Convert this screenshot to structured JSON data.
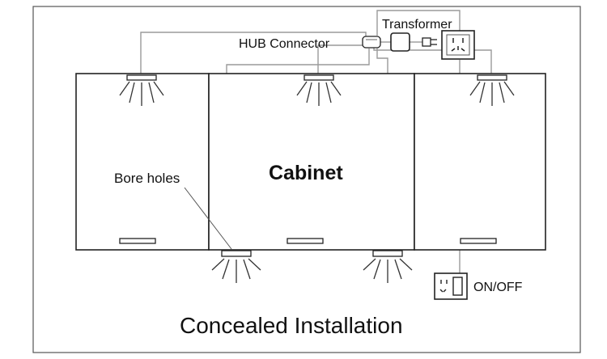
{
  "labels": {
    "transformer": "Transformer",
    "hub_connector": "HUB Connector",
    "cabinet": "Cabinet",
    "bore_holes": "Bore holes",
    "on_off": "ON/OFF",
    "caption": "Concealed Installation"
  },
  "icons": [
    "led-puck-light-icon",
    "power-outlet-icon",
    "wall-switch-icon",
    "plug-icon",
    "transformer-icon",
    "hub-connector-icon"
  ],
  "colors": {
    "line": "#222222",
    "wire": "#9a9a9a",
    "text": "#111111",
    "background": "#ffffff"
  }
}
